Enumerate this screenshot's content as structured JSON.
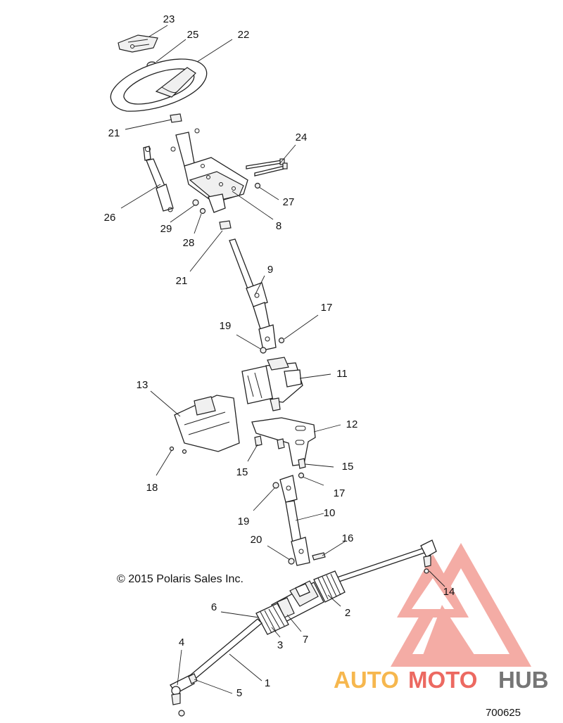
{
  "copyright": "© 2015 Polaris Sales Inc.",
  "diagram_code": "700625",
  "watermark": {
    "brand_part1": "AUTO",
    "brand_part2": "MOTO",
    "brand_part3": "HUB",
    "color_orange": "#f5a623",
    "color_red": "#e8443a",
    "color_gray": "#555555"
  },
  "callouts": [
    "23",
    "25",
    "22",
    "21",
    "24",
    "26",
    "27",
    "29",
    "28",
    "8",
    "21",
    "9",
    "17",
    "19",
    "11",
    "13",
    "12",
    "15",
    "15",
    "18",
    "17",
    "10",
    "19",
    "20",
    "16",
    "14",
    "2",
    "6",
    "7",
    "3",
    "4",
    "5",
    "1"
  ]
}
